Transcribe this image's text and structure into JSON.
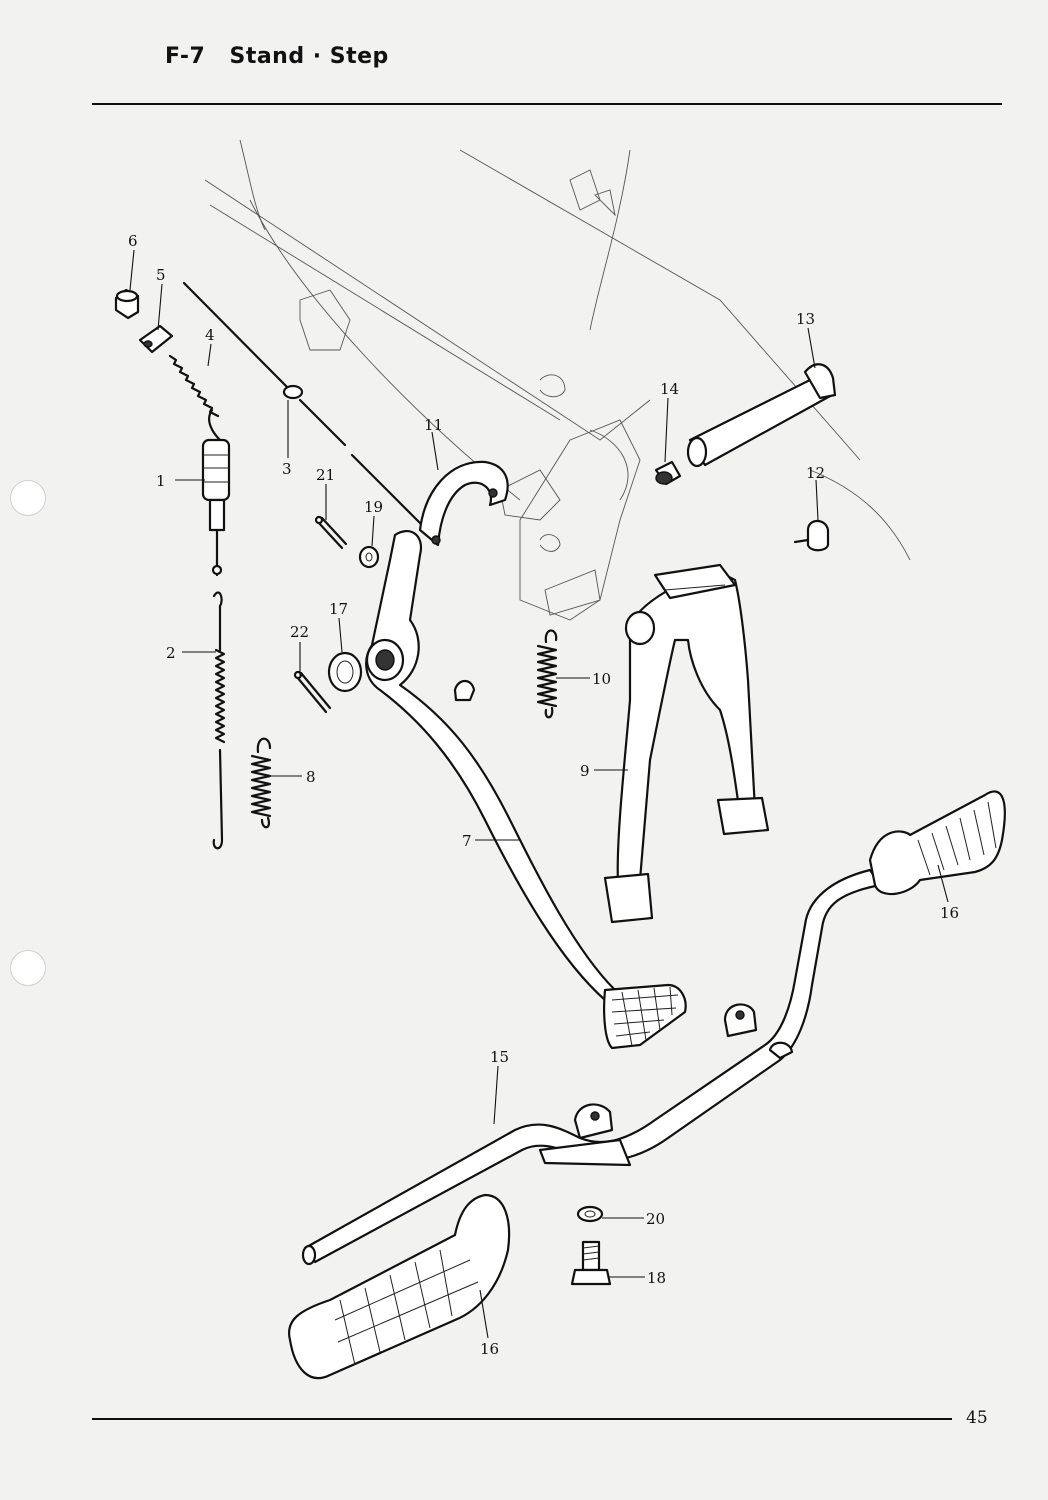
{
  "header": {
    "code": "F-7",
    "title": "Stand · Step"
  },
  "page_number": "45",
  "callouts": [
    {
      "label": "1"
    },
    {
      "label": "2"
    },
    {
      "label": "3"
    },
    {
      "label": "4"
    },
    {
      "label": "5"
    },
    {
      "label": "6"
    },
    {
      "label": "7"
    },
    {
      "label": "8"
    },
    {
      "label": "9"
    },
    {
      "label": "10"
    },
    {
      "label": "11"
    },
    {
      "label": "12"
    },
    {
      "label": "13"
    },
    {
      "label": "14"
    },
    {
      "label": "15"
    },
    {
      "label": "16"
    },
    {
      "label": "16"
    },
    {
      "label": "17"
    },
    {
      "label": "18"
    },
    {
      "label": "19"
    },
    {
      "label": "20"
    },
    {
      "label": "21"
    },
    {
      "label": "22"
    }
  ]
}
